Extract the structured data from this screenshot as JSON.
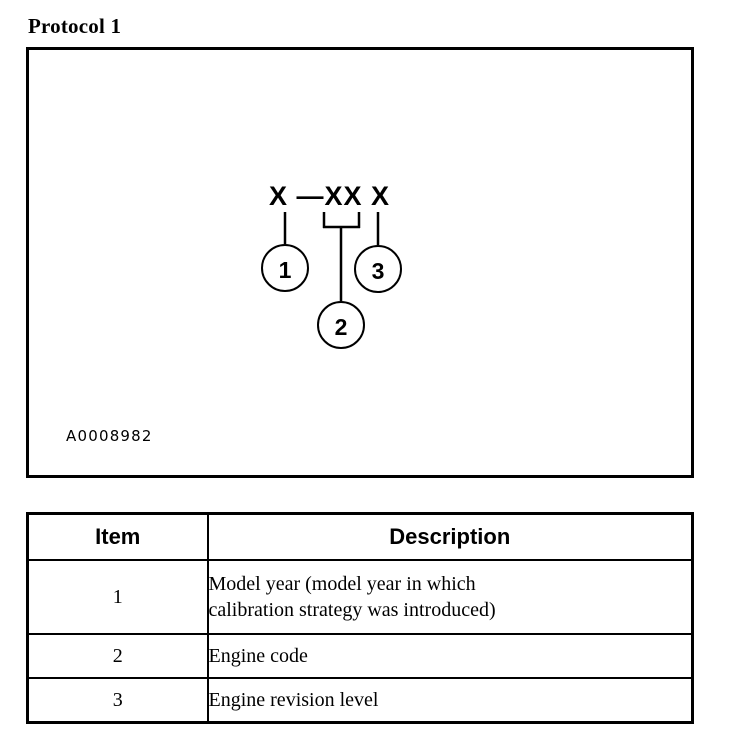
{
  "page": {
    "title": "Protocol 1"
  },
  "figure": {
    "reference_code": "A0008982",
    "code_text": "X —XX X",
    "callouts": [
      {
        "label": "1",
        "name": "callout-marker-1"
      },
      {
        "label": "2",
        "name": "callout-marker-2"
      },
      {
        "label": "3",
        "name": "callout-marker-3"
      }
    ]
  },
  "table": {
    "headers": {
      "item": "Item",
      "description": "Description"
    },
    "rows": [
      {
        "item": "1",
        "description_line1": "Model year (model year in which",
        "description_line2": "calibration strategy was introduced)"
      },
      {
        "item": "2",
        "description_line1": "Engine code",
        "description_line2": ""
      },
      {
        "item": "3",
        "description_line1": "Engine revision level",
        "description_line2": ""
      }
    ]
  },
  "colors": {
    "ink": "#000000",
    "paper": "#ffffff"
  }
}
